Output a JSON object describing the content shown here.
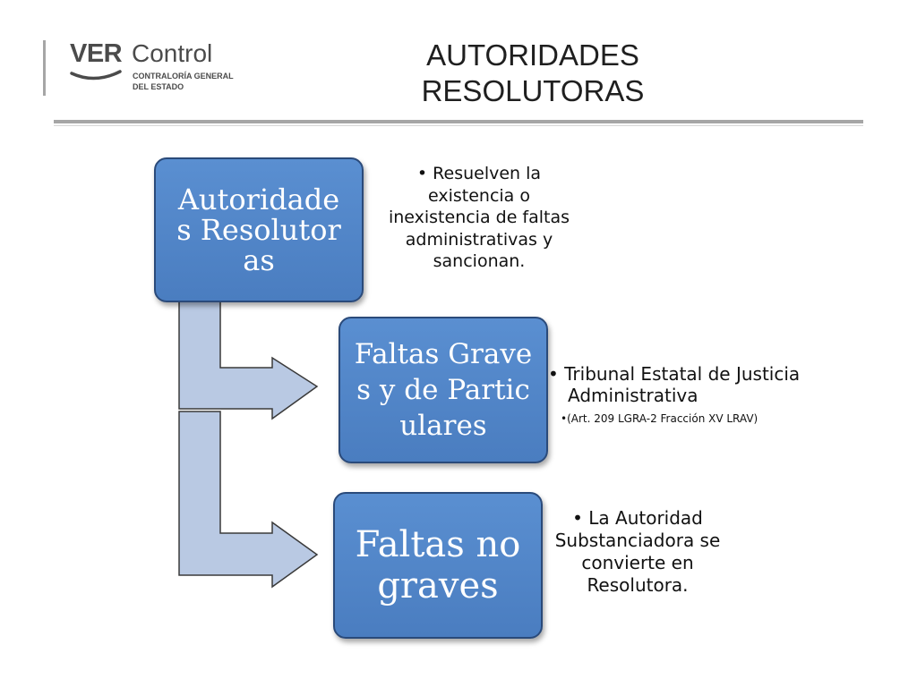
{
  "logo": {
    "ver": "VER",
    "control": "Control",
    "sub_line1": "CONTRALORÍA GENERAL",
    "sub_line2": "DEL ESTADO"
  },
  "title": {
    "line1": "AUTORIDADES",
    "line2": "RESOLUTORAS"
  },
  "diagram": {
    "nodes": [
      {
        "label": "Autoridades Resolutoras",
        "note": "• Resuelven la existencia o inexistencia de faltas administrativas y sancionan."
      },
      {
        "label": "Faltas Graves y de Particulares",
        "note": "• Tribunal Estatal de Justicia Administrativa",
        "subnote": "•(Art. 209 LGRA-2 Fracción XV LRAV)"
      },
      {
        "label": "Faltas no graves",
        "note": "• La Autoridad Substanciadora se convierte en Resolutora."
      }
    ],
    "colors": {
      "box": "#4f81bd",
      "box_border": "#2a4a7a",
      "arrow_fill": "#b9c9e3",
      "arrow_stroke": "#3a3a3a"
    }
  }
}
